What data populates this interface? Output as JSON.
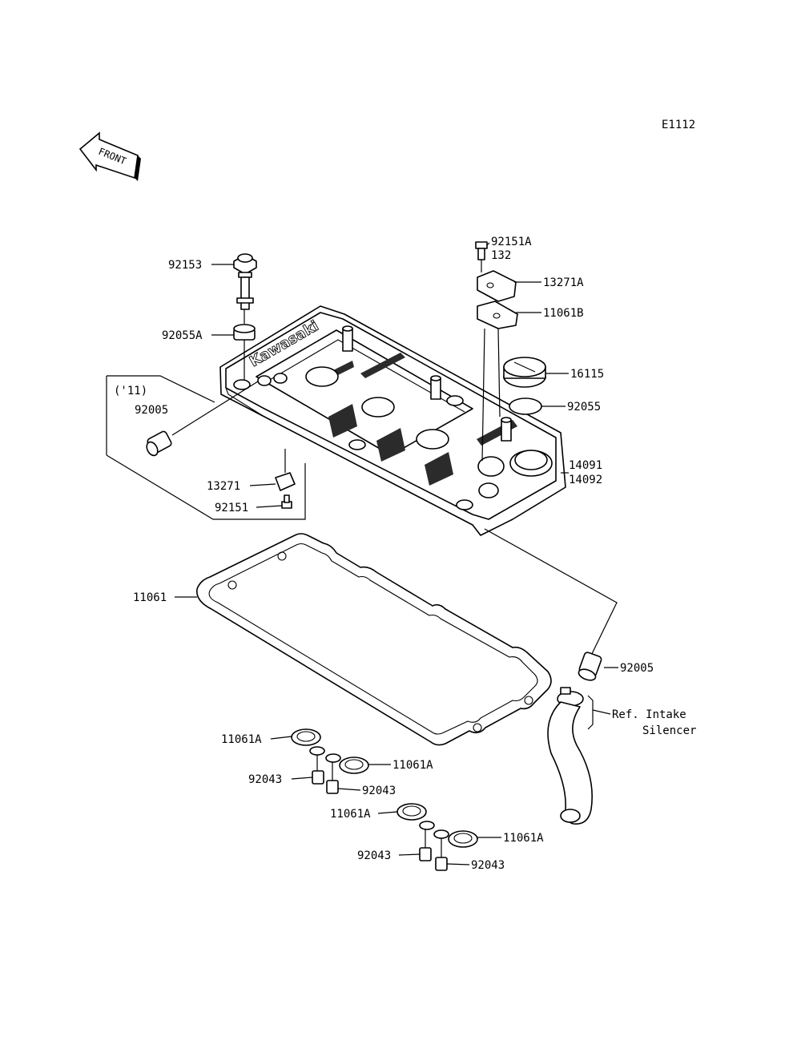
{
  "diagram": {
    "code": "E1112",
    "front_arrow": "FRONT",
    "brand": "Kawasaki",
    "variant_note": "('11)",
    "reference_note": [
      "Ref. Intake",
      "Silencer"
    ],
    "parts": {
      "p92151A": "92151A",
      "p132": "132",
      "p13271A": "13271A",
      "p11061B": "11061B",
      "p16115": "16115",
      "p92055": "92055",
      "p14091": "14091",
      "p14092": "14092",
      "p92153": "92153",
      "p92055A": "92055A",
      "p92005_left": "92005",
      "p13271": "13271",
      "p92151": "92151",
      "p11061": "11061",
      "p92005_right": "92005",
      "p11061A_1": "11061A",
      "p11061A_2": "11061A",
      "p11061A_3": "11061A",
      "p11061A_4": "11061A",
      "p92043_1": "92043",
      "p92043_2": "92043",
      "p92043_3": "92043",
      "p92043_4": "92043"
    }
  }
}
